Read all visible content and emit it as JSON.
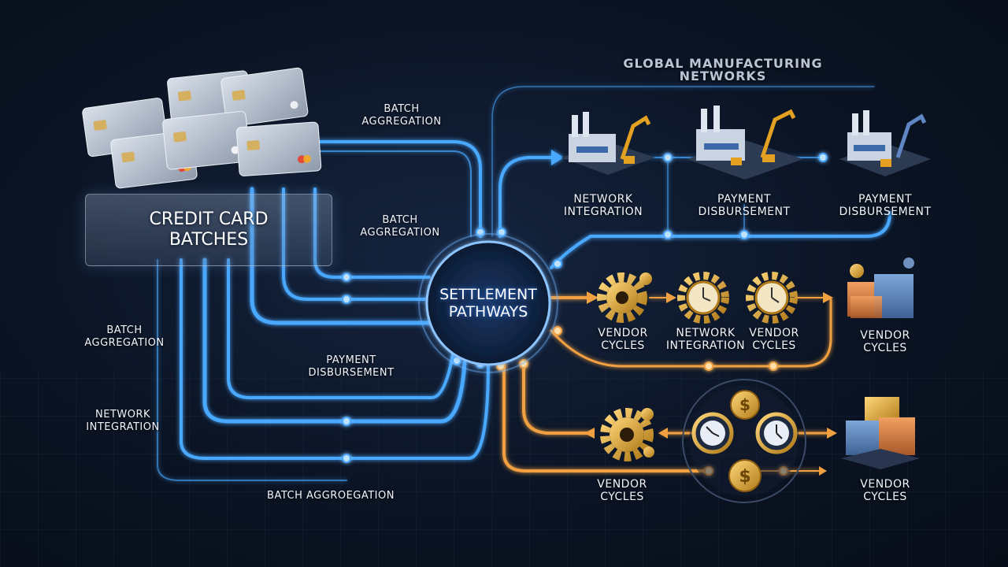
{
  "title": "GLOBAL MANUFACTURING NETWORKS",
  "source": {
    "label": "CREDIT CARD\nBATCHES"
  },
  "hub": {
    "label": "SETTLEMENT\nPATHWAYS"
  },
  "left_labels": [
    "BATCH\nAGGREGATION",
    "BATCH\nAGGREGATION",
    "BATCH\nAGGREGATION",
    "PAYMENT\nDISBURSEMENT",
    "NETWORK\nINTEGRATION",
    "BATCH AGGROEGATION"
  ],
  "factory_labels": [
    "NETWORK\nINTEGRATION",
    "PAYMENT\nDISBURSEMENT",
    "PAYMENT\nDISBURSEMENT"
  ],
  "middle_row_labels": [
    "VENDOR\nCYCLES",
    "NETWORK\nINTEGRATION",
    "VENDOR\nCYCLES",
    "VENDOR\nCYCLES"
  ],
  "bottom_row_labels": [
    "VENDOR\nCYCLES",
    "VENDOR\nCYCLES"
  ],
  "colors": {
    "blue_flow": "#4aa8ff",
    "orange_flow": "#f0a040",
    "hub_ring": "#6fb4ff",
    "background": "#0b1424"
  },
  "icons": [
    "credit-card-icon",
    "factory-robot-icon",
    "gear-icon",
    "clock-icon",
    "dollar-coin-icon",
    "shipping-container-icon"
  ]
}
